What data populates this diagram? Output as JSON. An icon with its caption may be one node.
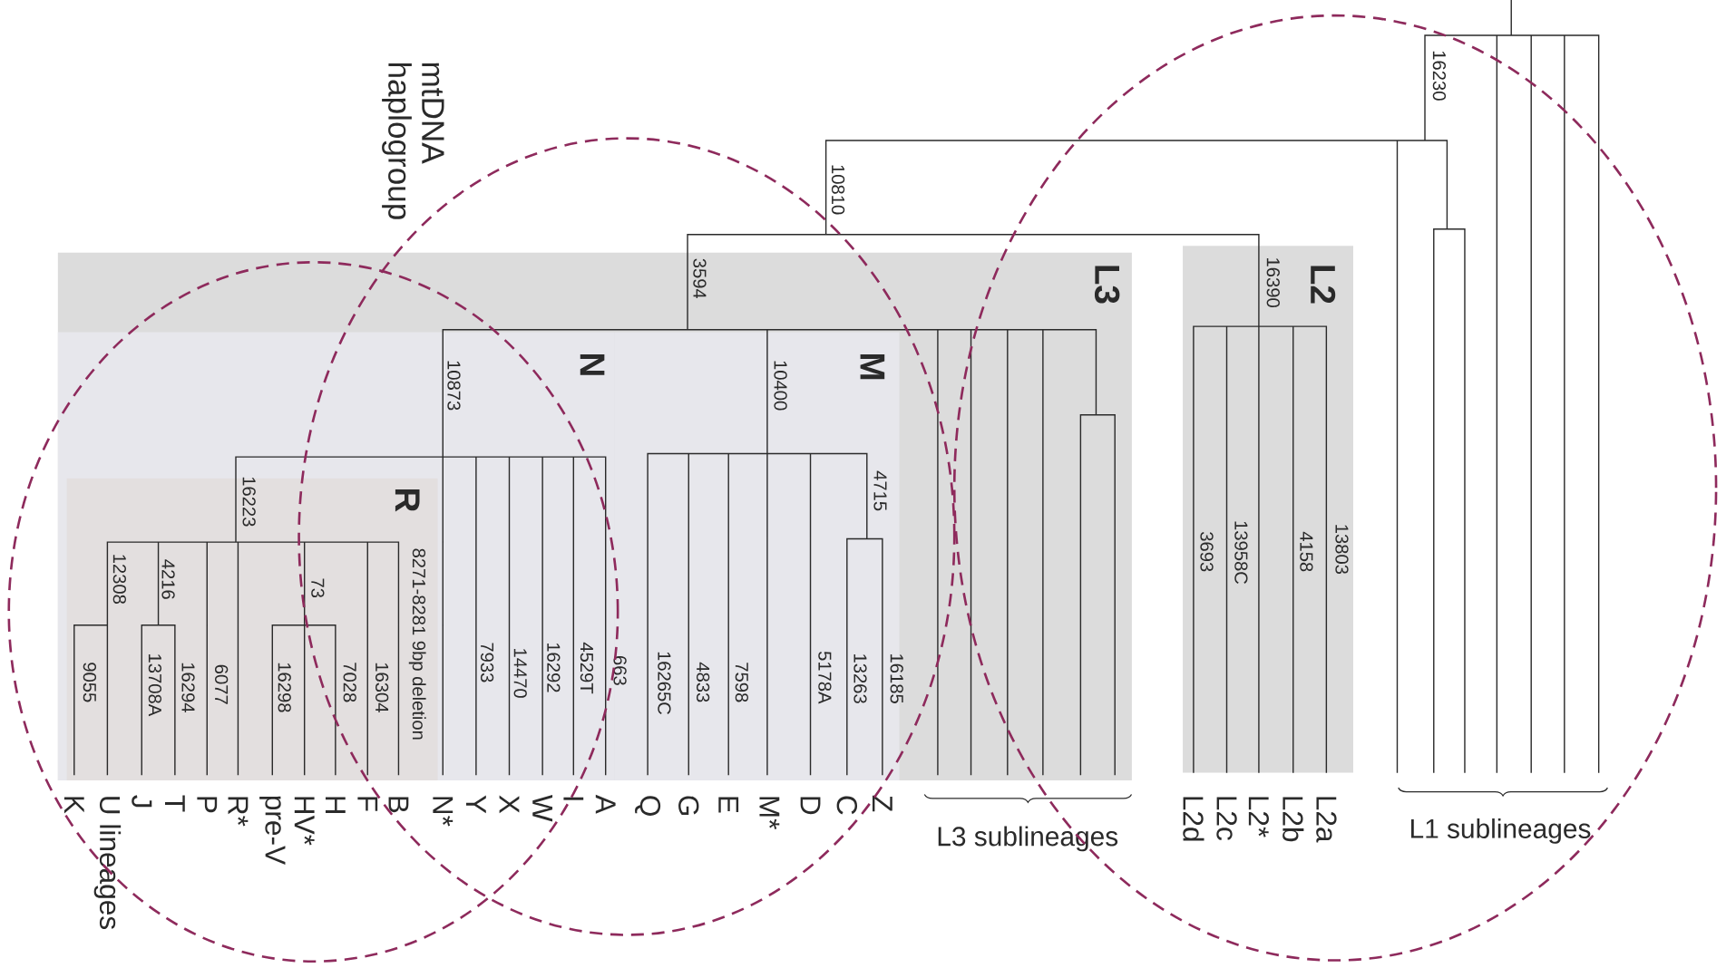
{
  "diagram": {
    "nodes": [
      {
        "text": [
          "L3"
        ]
      },
      {
        "text": [
          "N"
        ],
        "in": 0
      },
      {
        "text": [
          "R"
        ],
        "in": 1
      },
      {
        "text": [
          "M"
        ],
        "in": 0
      },
      {
        "text": [
          "L2"
        ]
      }
    ],
    "labels": [
      "mtDNA haplogroup",
      "16230",
      "10810",
      "3594",
      "16390",
      "10873",
      "10400",
      "16223",
      "4715",
      "12308",
      "4216",
      "73",
      "8271-8281 9bp deletion",
      "3693",
      "13958C",
      "4158",
      "13803",
      "9055",
      "13708A",
      "16294",
      "6077",
      "16298",
      "7028",
      "16304",
      "7933",
      "14470",
      "16292",
      "4529T",
      "663",
      "16265C",
      "4833",
      "7598",
      "5178A",
      "13263",
      "16185",
      "K",
      "U lineages",
      "J",
      "T",
      "P",
      "R*",
      "pre-V",
      "HV*",
      "H",
      "F",
      "B",
      "N*",
      "Y",
      "X",
      "W",
      "I",
      "A",
      "Q",
      "G",
      "E",
      "M*",
      "D",
      "C",
      "Z",
      "L3 sublineages",
      "L2d",
      "L2c",
      "L2*",
      "L2b",
      "L2a",
      "L1 sublineages"
    ]
  }
}
